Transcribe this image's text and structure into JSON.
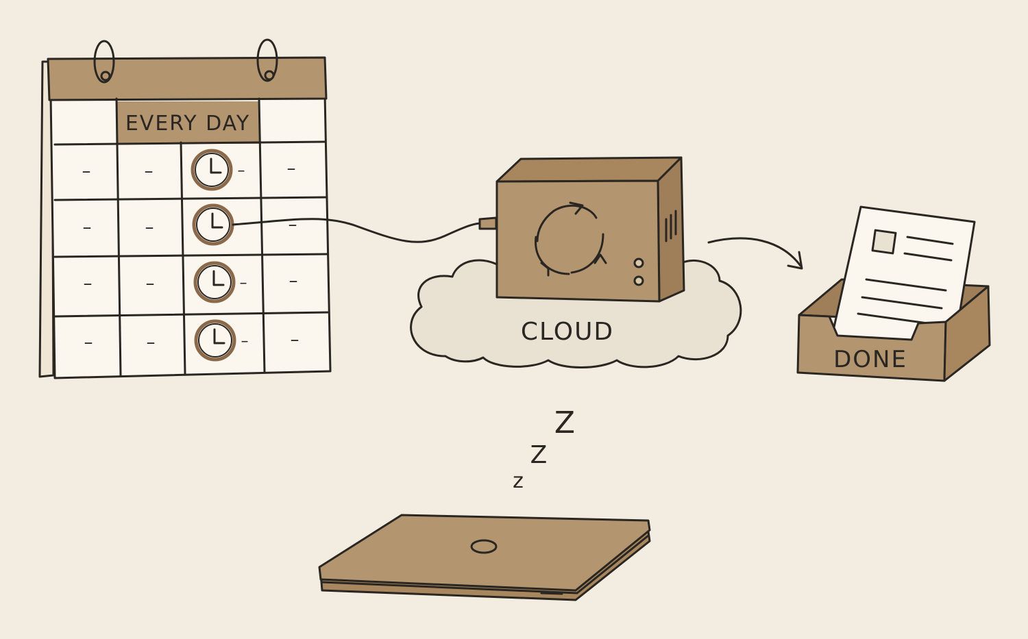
{
  "calendar": {
    "header_label": "EVERY DAY",
    "cell_mark": "–"
  },
  "server": {
    "cloud_label": "CLOUD",
    "sync_icon": "sync-arrows-icon"
  },
  "output": {
    "tray_label": "DONE"
  },
  "sleep": {
    "z_large": "Z",
    "z_medium": "Z",
    "z_small": "z"
  },
  "colors": {
    "background": "#f2ece1",
    "brown": "#b39570",
    "paper": "#fbf7ef",
    "cloud": "#e9e1d2",
    "ink": "#2a2622"
  }
}
